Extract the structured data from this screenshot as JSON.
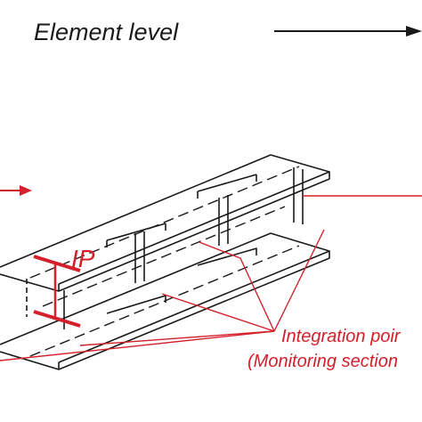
{
  "diagram": {
    "title": "Element level",
    "ip_label": "IP",
    "note_line1": "Integration poir",
    "note_line2": "(Monitoring section"
  },
  "colors": {
    "line": "#1a1a1a",
    "accent": "#d3202a",
    "background": "#ffffff"
  }
}
